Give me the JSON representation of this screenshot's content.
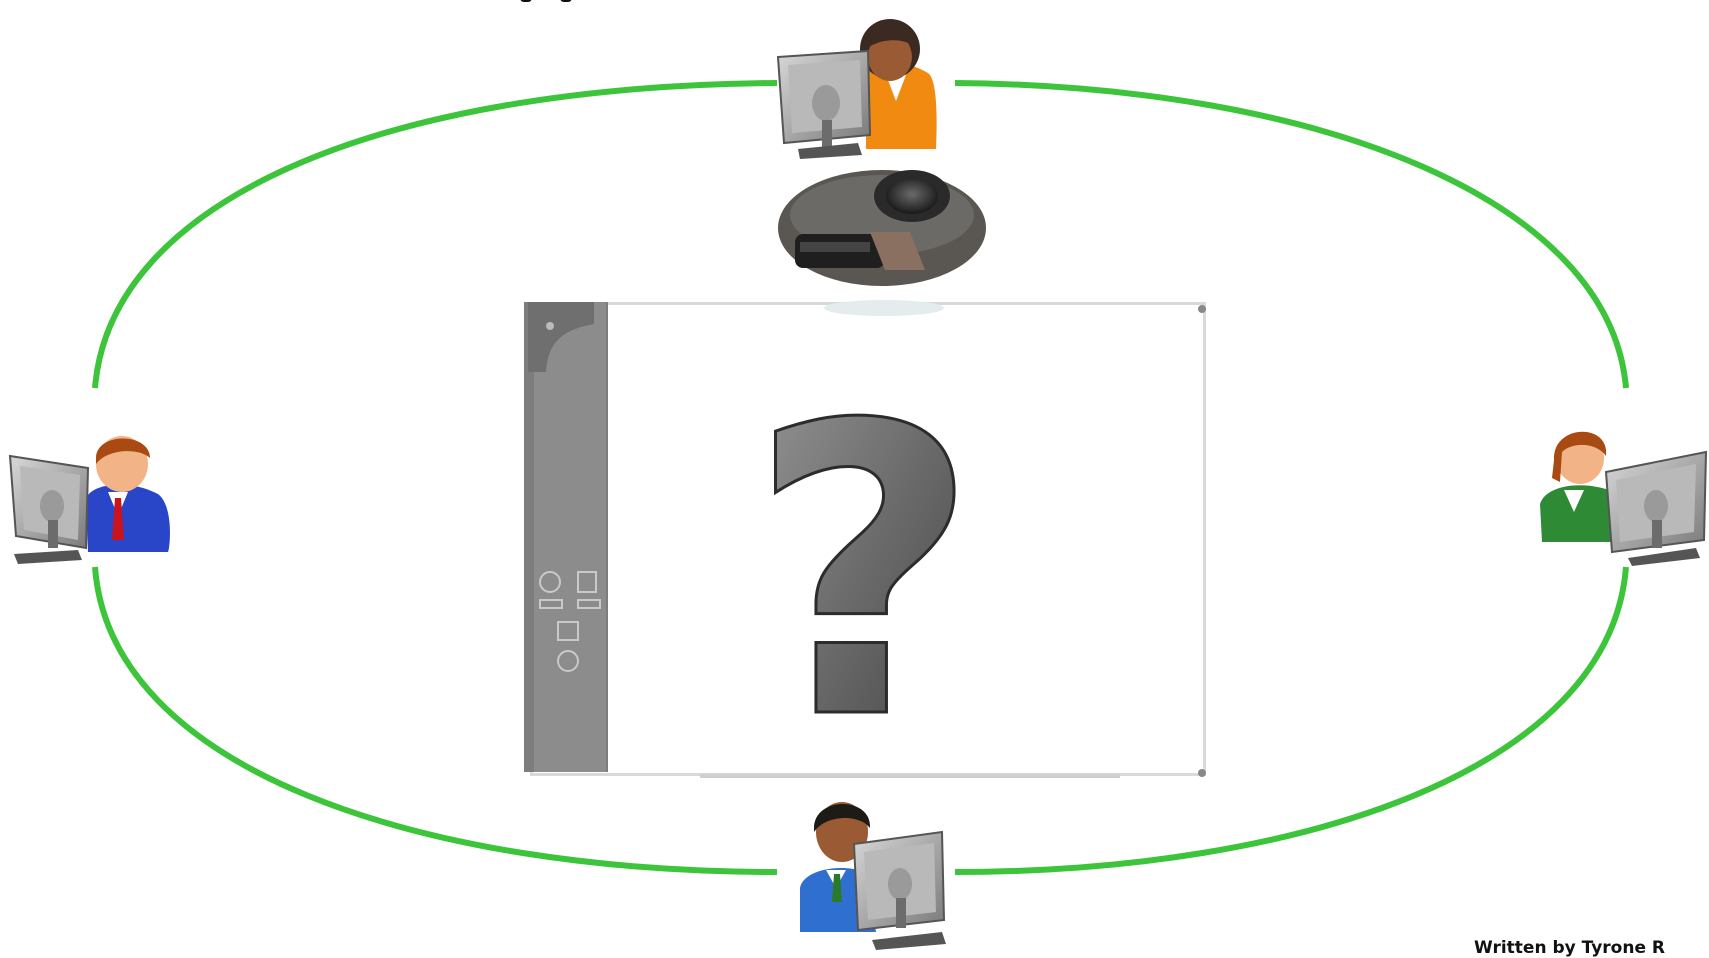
{
  "diagram": {
    "center_symbol": "?",
    "participants": [
      {
        "position": "top",
        "gender": "female",
        "shirt_color": "#f08a10"
      },
      {
        "position": "left",
        "gender": "male",
        "shirt_color": "#2a46c8"
      },
      {
        "position": "right",
        "gender": "female",
        "shirt_color": "#2f8a36"
      },
      {
        "position": "bottom",
        "gender": "male",
        "shirt_color": "#2f6fd0"
      }
    ],
    "devices": [
      "projector-icon",
      "interactive-whiteboard"
    ],
    "ring_color": "#3cc43a",
    "credit_text": "Written by Tyrone R"
  }
}
